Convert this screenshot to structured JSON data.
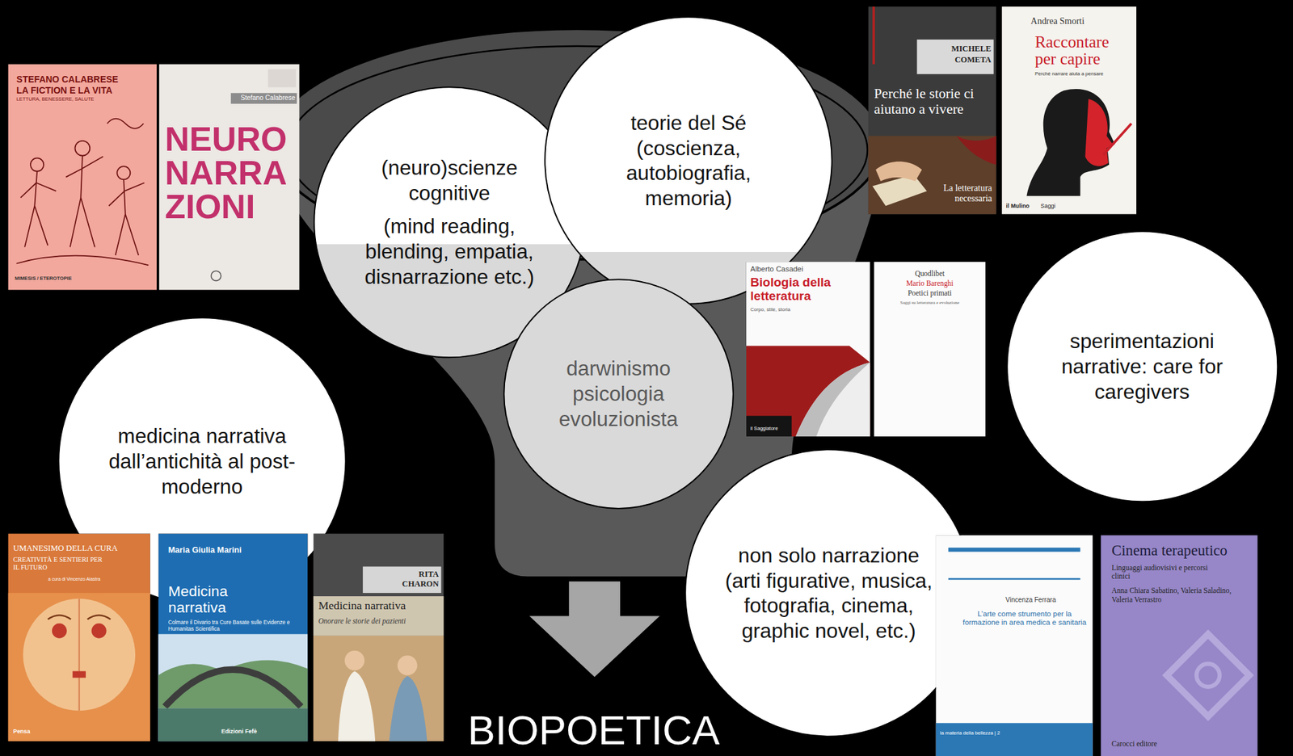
{
  "diagram": {
    "nodes": [
      {
        "text": [
          "(neuro)scienze cognitive",
          "(mind reading, blending, empatia, disnarrazione etc.)"
        ]
      },
      {
        "text": [
          "teorie del Sé (coscienza, autobiografia, memoria)"
        ]
      },
      {
        "text": [
          "darwinismo psicologia evoluzionista"
        ]
      },
      {
        "text": [
          "sperimentazioni narrative: care for caregivers"
        ]
      },
      {
        "text": [
          "medicina narrativa dall’antichità al post-moderno"
        ]
      },
      {
        "text": [
          "non solo narrazione (arti figurative, musica, fotografia, cinema, graphic novel, etc.)"
        ]
      }
    ],
    "labels": [
      "STEFANO CALABRESE",
      "LA FICTION E LA VITA",
      "LETTURA, BENESSERE, SALUTE",
      "MIMESIS / ETEROTOPIE",
      "Stefano Calabrese",
      "NEURO NARRA ZIONI",
      "MICHELE COMETA",
      "Perché le storie ci aiutano a vivere",
      "La letteratura necessaria",
      "Andrea Smorti",
      "Raccontare per capire",
      "Perché narrare aiuta a pensare",
      "il Mulino",
      "Saggi",
      "Alberto Casadei",
      "Biologia della letteratura",
      "Corpo, stile, storia",
      "il Saggiatore",
      "Quodlibet",
      "Mario Barenghi",
      "Poetici primati",
      "Saggi su letteratura e evoluzione",
      "UMANESIMO DELLA CURA",
      "CREATIVITÀ E SENTIERI PER IL FUTURO",
      "a cura di Vincenzo Alastra",
      "Pensa",
      "Maria Giulia Marini",
      "Medicina narrativa",
      "Colmare il Divario tra Cure Basate sulle Evidenze e Humanitas Scientifica",
      "Edizioni Fefè",
      "RITA CHARON",
      "Medicina narrativa",
      "Onorare le storie dei pazienti",
      "Vincenza Ferrara",
      "L’arte come strumento per la formazione in area medica e sanitaria",
      "la materia della bellezza | 2",
      "Cinema terapeutico",
      "Linguaggi audiovisivi e percorsi clinici",
      "Anna Chiara Sabatino, Valeria Saladino, Valeria Verrastro",
      "Carocci editore",
      "BIOPOETICA"
    ]
  }
}
